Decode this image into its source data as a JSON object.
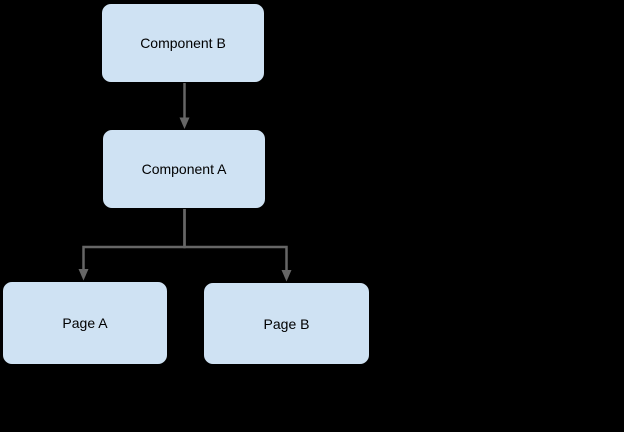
{
  "diagram": {
    "type": "flowchart",
    "nodes": [
      {
        "id": "component-b",
        "label": "Component B"
      },
      {
        "id": "component-a",
        "label": "Component A"
      },
      {
        "id": "page-a",
        "label": "Page A"
      },
      {
        "id": "page-b",
        "label": "Page B"
      }
    ],
    "edges": [
      {
        "from": "Component B",
        "to": "Component A",
        "style": "arrow-down"
      },
      {
        "from": "Component A",
        "to": "Page A",
        "style": "arrow-down"
      },
      {
        "from": "Component A",
        "to": "Page B",
        "style": "arrow-down"
      }
    ]
  },
  "colors": {
    "background": "#000000",
    "node_fill": "#cfe2f3",
    "node_border": "#000000",
    "node_text": "#000000",
    "connector": "#666666"
  }
}
